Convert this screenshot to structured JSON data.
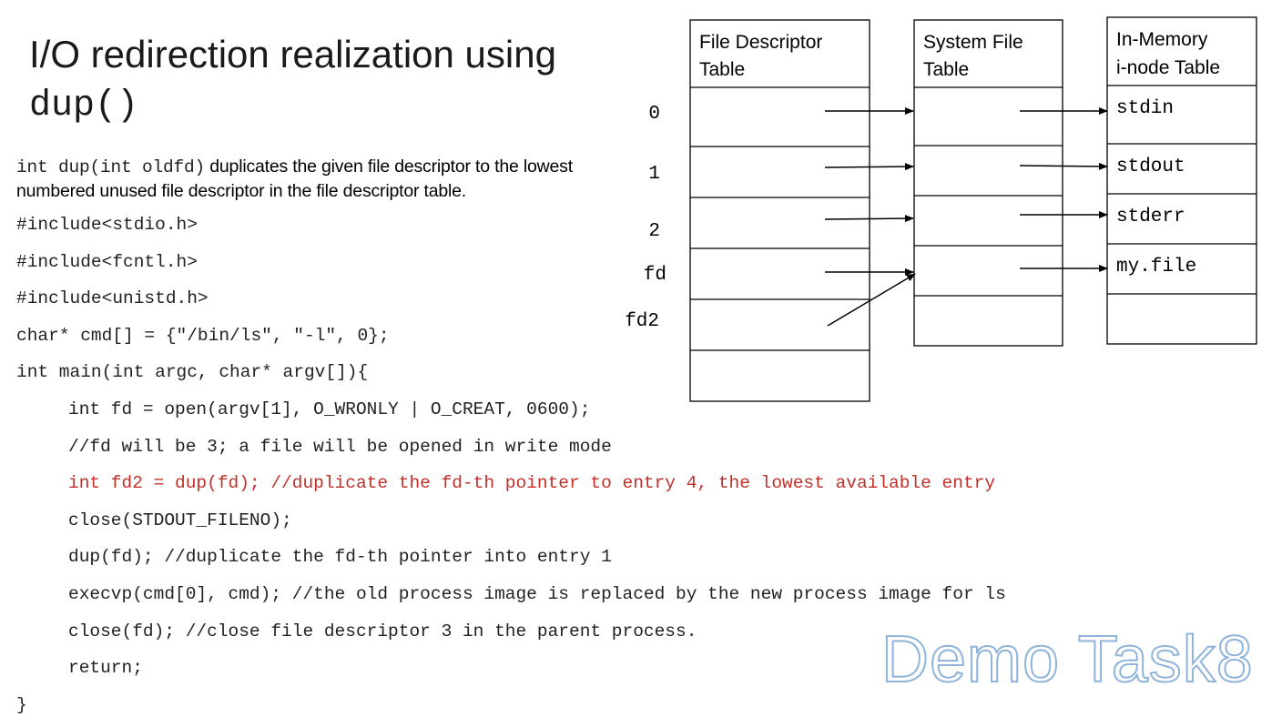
{
  "title": {
    "line1": "I/O redirection realization using",
    "line2": "dup()"
  },
  "description": {
    "code_part": "int dup(int oldfd)",
    "text_part": " duplicates the given file descriptor to the lowest numbered unused file descriptor in the file descriptor table."
  },
  "code_lines": [
    "#include<stdio.h>",
    "#include<fcntl.h>",
    "#include<unistd.h>",
    "char* cmd[] = {\"/bin/ls\", \"-l\", 0};",
    "int main(int argc, char* argv[]){",
    "int fd = open(argv[1], O_WRONLY | O_CREAT, 0600);",
    "//fd will be 3; a file will be opened in write mode",
    "int fd2 = dup(fd); //duplicate the fd-th pointer to entry 4, the lowest available entry",
    "close(STDOUT_FILENO);",
    "dup(fd); //duplicate the fd-th pointer into entry 1",
    "execvp(cmd[0], cmd); //the old process image is replaced by the new process image for ls",
    "close(fd); //close file descriptor 3 in the parent process.",
    "return;",
    "}"
  ],
  "diagram": {
    "fd_table_header": [
      "File Descriptor",
      "Table"
    ],
    "sys_table_header": [
      "System File",
      "Table"
    ],
    "inode_table_header": [
      "In-Memory",
      "i-node Table"
    ],
    "fd_labels": [
      "0",
      "1",
      "2",
      "fd",
      "fd2"
    ],
    "inode_entries": [
      "stdin",
      "stdout",
      "stderr",
      "my.file",
      ""
    ]
  },
  "watermark": "Demo Task8",
  "colors": {
    "highlight_code": "#c0302a",
    "watermark_outline": "#8fb3d9"
  }
}
